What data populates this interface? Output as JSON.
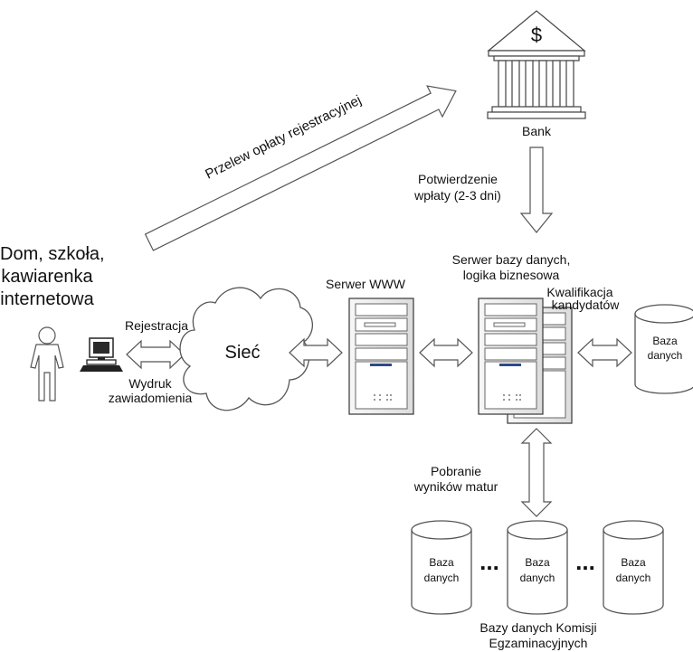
{
  "labels": {
    "transfer_arrow": "Przelew opłaty rejestracyjnej",
    "bank": "Bank",
    "bank_symbol": "$",
    "confirm_line1": "Potwierdzenie",
    "confirm_line2": "wpłaty (2-3 dni)",
    "location_line1": "Dom, szkoła,",
    "location_line2": "kawiarenka",
    "location_line3": "internetowa",
    "registration": "Rejestracja",
    "printout_line1": "Wydruk",
    "printout_line2": "zawiadomienia",
    "network": "Sieć",
    "www_server": "Serwer WWW",
    "db_server_line1": "Serwer bazy danych,",
    "db_server_line2": "logika biznesowa",
    "qualification_line1": "Kwalifikacja",
    "qualification_line2": "kandydatów",
    "db_line1": "Baza",
    "db_line2": "danych",
    "download_line1": "Pobranie",
    "download_line2": "wyników matur",
    "ellipsis": "...",
    "commission_line1": "Bazy danych Komisji",
    "commission_line2": "Egzaminacyjnych"
  }
}
